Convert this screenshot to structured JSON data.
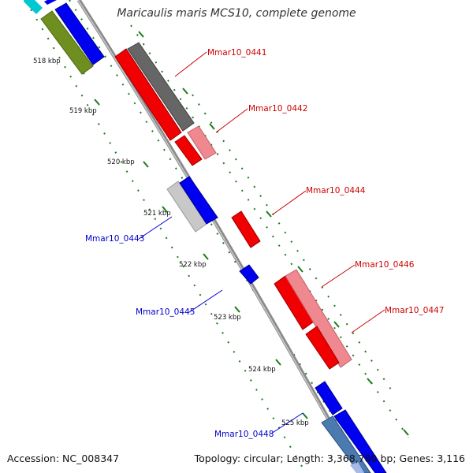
{
  "title": "Maricaulis maris MCS10, complete genome",
  "footer": {
    "accession": "Accession: NC_008347",
    "stats": "Topology: circular; Length: 3,368,780 bp; Genes: 3,116"
  },
  "colors": {
    "forward_gene": "#ff0000",
    "reverse_gene": "#0000ff",
    "forward_label": "#cc0000",
    "reverse_label": "#0000cc",
    "tick": "#1a7a1a",
    "backbone": "#888888"
  },
  "ticks": [
    {
      "label": "518 kbp"
    },
    {
      "label": "519 kbp"
    },
    {
      "label": "520 kbp"
    },
    {
      "label": "521 kbp"
    },
    {
      "label": "522 kbp"
    },
    {
      "label": "523 kbp"
    },
    {
      "label": "524 kbp"
    },
    {
      "label": "525 kbp"
    }
  ],
  "gene_labels": [
    {
      "text": "Mmar10_0441",
      "strand": "forward"
    },
    {
      "text": "Mmar10_0442",
      "strand": "forward"
    },
    {
      "text": "Mmar10_0444",
      "strand": "forward"
    },
    {
      "text": "Mmar10_0446",
      "strand": "forward"
    },
    {
      "text": "Mmar10_0447",
      "strand": "forward"
    },
    {
      "text": "Mmar10_0443",
      "strand": "reverse"
    },
    {
      "text": "Mmar10_0445",
      "strand": "reverse"
    },
    {
      "text": "Mmar10_0448",
      "strand": "reverse"
    }
  ]
}
